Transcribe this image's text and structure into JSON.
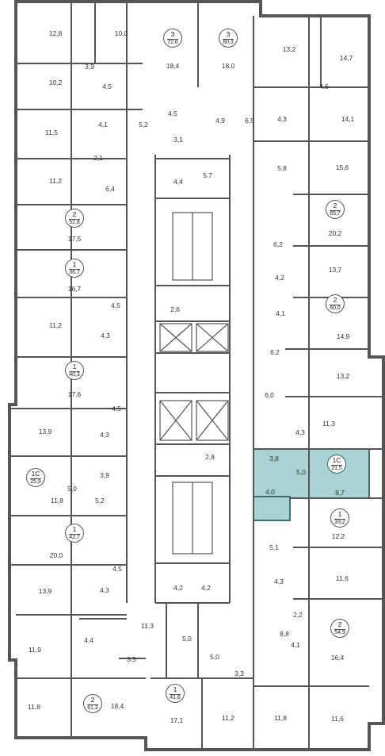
{
  "colors": {
    "wall": "#555555",
    "highlight_fill": "#a9d2d3",
    "highlight_stroke": "#3f6f6f",
    "room_text": "#333333"
  },
  "labels": [
    "12,8",
    "10,0",
    "18,4",
    "18,0",
    "13,2",
    "14,7",
    "3,9",
    "10,2",
    "4,5",
    "4,6",
    "11,5",
    "4,1",
    "4,5",
    "4,9",
    "6,5",
    "4,3",
    "14,1",
    "5,2",
    "3,1",
    "2,1",
    "11,2",
    "6,4",
    "4,4",
    "5,7",
    "5,8",
    "15,6",
    "17,5",
    "6,2",
    "20,2",
    "16,7",
    "4,2",
    "13,7",
    "4,5",
    "2,6",
    "4,1",
    "11,2",
    "4,3",
    "14,9",
    "6,2",
    "17,6",
    "13,2",
    "6,0",
    "4,5",
    "13,9",
    "4,3",
    "4,3",
    "11,3",
    "3,9",
    "2,8",
    "3,8",
    "5,0",
    "5,0",
    "11,8",
    "5,2",
    "4,0",
    "8,7",
    "12,2",
    "20,0",
    "5,1",
    "4,5",
    "11,6",
    "13,9",
    "4,3",
    "4,2",
    "4,2",
    "4,3",
    "11,3",
    "2,2",
    "4,4",
    "5,0",
    "8,8",
    "11,9",
    "3,5",
    "5,0",
    "4,1",
    "16,4",
    "3,3",
    "11,8",
    "18,4",
    "17,1",
    "11,2",
    "11,8",
    "11,6"
  ],
  "badges": [
    {
      "rooms": "3",
      "area": "72,6"
    },
    {
      "rooms": "3",
      "area": "80,3"
    },
    {
      "rooms": "2",
      "area": "52,8"
    },
    {
      "rooms": "2",
      "area": "65,7"
    },
    {
      "rooms": "1",
      "area": "36,7"
    },
    {
      "rooms": "2",
      "area": "60,0"
    },
    {
      "rooms": "1",
      "area": "40,3"
    },
    {
      "rooms": "1С",
      "area": "25,9"
    },
    {
      "rooms": "1С",
      "area": "21,5"
    },
    {
      "rooms": "1",
      "area": "42,7"
    },
    {
      "rooms": "1",
      "area": "33,2"
    },
    {
      "rooms": "2",
      "area": "54,9"
    },
    {
      "rooms": "1",
      "area": "41,6"
    },
    {
      "rooms": "2",
      "area": "61,3"
    }
  ]
}
